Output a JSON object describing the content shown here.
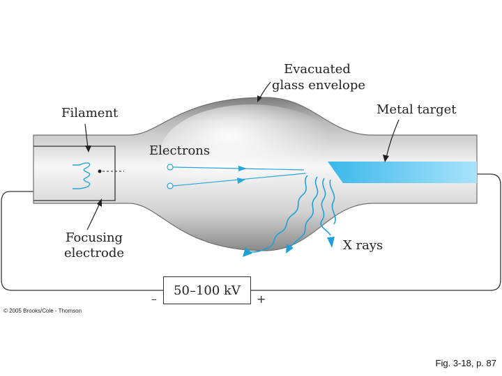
{
  "labels": {
    "evacuated_line1": "Evacuated",
    "evacuated_line2": "glass envelope",
    "filament": "Filament",
    "metal_target": "Metal target",
    "electrons": "Electrons",
    "focusing_line1": "Focusing",
    "focusing_line2": "electrode",
    "x_rays": "X rays",
    "voltage": "50–100 kV",
    "minus": "–",
    "plus": "+"
  },
  "copyright": "© 2005 Brooks/Cole - Thomson",
  "caption": "Fig. 3-18, p. 87",
  "colors": {
    "beam": "#29a6dc",
    "target": "#4fc3f0",
    "glass_dark": "#8f8f8f",
    "glass_light": "#f4f4f4",
    "wire": "#333333"
  }
}
